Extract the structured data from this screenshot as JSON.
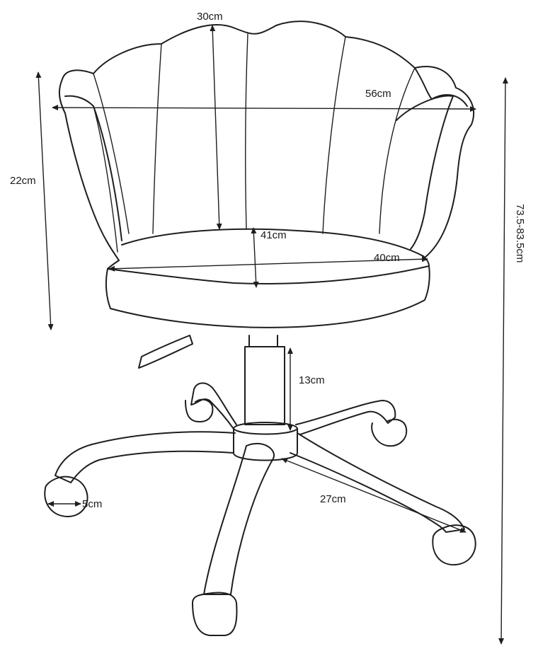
{
  "diagram": {
    "dimensions": {
      "backrest_height": "30cm",
      "overall_width": "56cm",
      "armrest_height": "22cm",
      "seat_depth": "41cm",
      "seat_width": "40cm",
      "total_height": "73.5-83.5cm",
      "gas_lift": "13cm",
      "caster": "5cm",
      "base_leg": "27cm"
    }
  }
}
